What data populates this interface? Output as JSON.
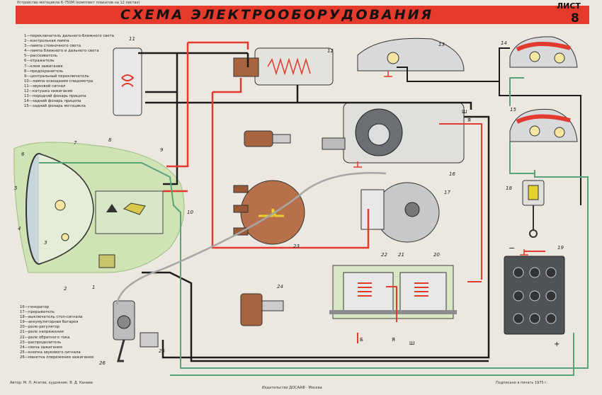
{
  "header": {
    "top_note": "Устройство мотоцикла К-750М (комплект плакатов на 12 листах)",
    "title": "СХЕМА ЭЛЕКТРООБОРУДОВАНИЯ",
    "sheet_label": "ЛИСТ",
    "sheet_number": "8"
  },
  "legend_top": [
    "1—переключатель дальнего-ближнего света",
    "2—контрольная лампа",
    "3—лампа стояночного света",
    "4—лампа ближнего и дальнего света",
    "5—рассеиватель",
    "6—отражатель",
    "7—клем зажигания",
    "8—предохранитель",
    "9—центральный переключатель",
    "10—лампа освещения спидометра",
    "11—звуковой сигнал",
    "12—катушка зажигания",
    "13—передний фонарь прицепа",
    "14—задний фонарь прицепа",
    "15—задний фонарь мотоцикла"
  ],
  "legend_bottom": [
    "16—генератор",
    "17—прерыватель",
    "18—выключатель стоп-сигнала",
    "19—аккумуляторная батарея",
    "20—реле-регулятор",
    "21—реле напряжения",
    "22—реле обратного тока",
    "23—распределитель",
    "24—свеча зажигания",
    "25—кнопка звукового сигнала",
    "26—манетка опережения зажигания"
  ],
  "callouts": [
    "1",
    "2",
    "3",
    "4",
    "5",
    "6",
    "7",
    "8",
    "9",
    "10",
    "11",
    "12",
    "13",
    "14",
    "15",
    "16",
    "17",
    "18",
    "19",
    "20",
    "21",
    "22",
    "23",
    "24",
    "25",
    "26"
  ],
  "terminals": {
    "sh1": "Ш",
    "ya1": "Я",
    "b": "Б",
    "ya2": "Я",
    "sh2": "Ш",
    "minus": "−",
    "plus": "+"
  },
  "footer": {
    "left": "Автор: М. Л. Агатов; художник: В. Д. Канаев",
    "center": "Издательство ДОСААФ · Москва",
    "right": "Подписано в печать 1975 г."
  },
  "colors": {
    "banner": "#e53a2c",
    "wire_red": "#e23a2f",
    "wire_black": "#1c1c1c",
    "wire_green": "#5aa37a",
    "headlight_zone": "#cfe3b4"
  }
}
